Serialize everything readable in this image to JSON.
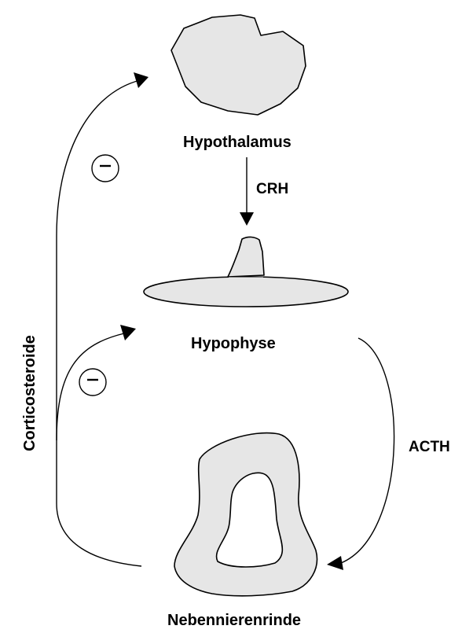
{
  "organs": {
    "hypothalamus": "Hypothalamus",
    "hypophyse": "Hypophyse",
    "nebennierenrinde": "Nebennierenrinde"
  },
  "hormones": {
    "crh": "CRH",
    "acth": "ACTH",
    "corticosteroide": "Corticosteroide"
  },
  "inhibition_symbol": "−",
  "colors": {
    "organ_fill": "#e6e6e6",
    "stroke": "#000000",
    "background": "#ffffff"
  }
}
